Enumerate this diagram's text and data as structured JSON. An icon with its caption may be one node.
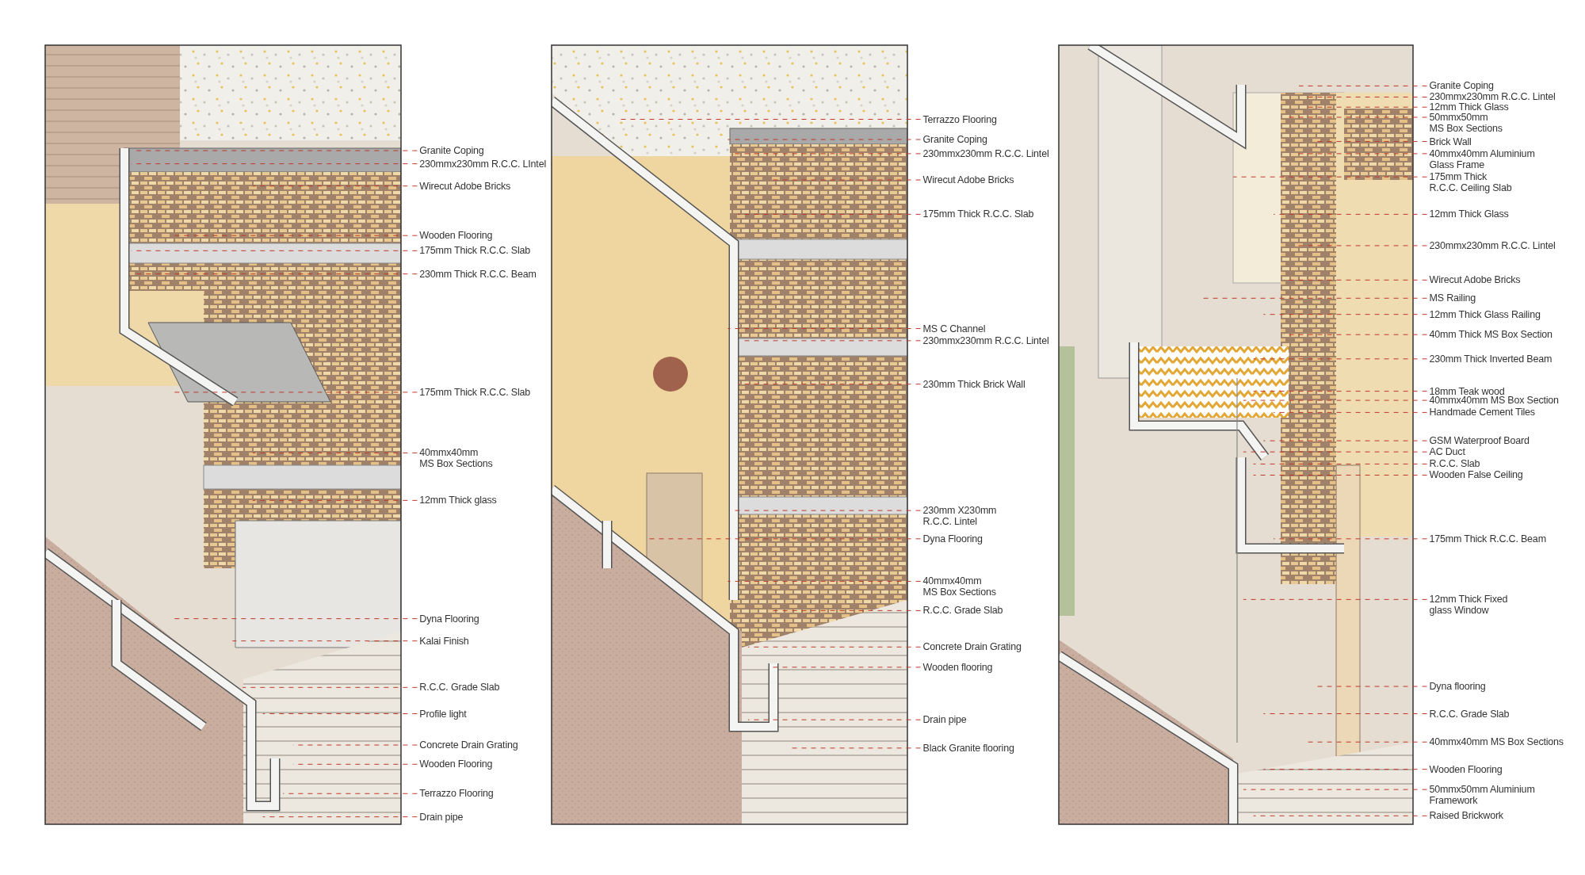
{
  "diagram": {
    "nodes": [
      {
        "text": [
          "Granite Coping"
        ]
      },
      {
        "text": [
          "230mmx230mm R.C.C. LIntel"
        ]
      },
      {
        "text": [
          "Wirecut Adobe Bricks"
        ]
      },
      {
        "text": [
          "Wooden Flooring"
        ]
      },
      {
        "text": [
          "175mm Thick R.C.C. Slab"
        ]
      },
      {
        "text": [
          "230mm Thick R.C.C. Beam"
        ]
      },
      {
        "text": [
          "175mm Thick R.C.C. Slab"
        ]
      },
      {
        "text": [
          "40mmx40mm MS Box Sections"
        ]
      },
      {
        "text": [
          "12mm Thick glass"
        ]
      },
      {
        "text": [
          "Dyna Flooring"
        ]
      },
      {
        "text": [
          "Kalai Finish"
        ]
      },
      {
        "text": [
          "R.C.C. Grade Slab"
        ]
      },
      {
        "text": [
          "Profile light"
        ]
      },
      {
        "text": [
          "Concrete Drain Grating"
        ]
      },
      {
        "text": [
          "Wooden Flooring"
        ]
      },
      {
        "text": [
          "Terrazzo Flooring"
        ]
      },
      {
        "text": [
          "Drain pipe"
        ]
      },
      {
        "text": [
          "Terrazzo Flooring"
        ]
      },
      {
        "text": [
          "Granite Coping"
        ]
      },
      {
        "text": [
          "230mmx230mm R.C.C. Lintel"
        ]
      },
      {
        "text": [
          "Wirecut Adobe Bricks"
        ]
      },
      {
        "text": [
          "175mm Thick R.C.C. Slab"
        ]
      },
      {
        "text": [
          "MS C Channel"
        ]
      },
      {
        "text": [
          "230mmx230mm R.C.C. Lintel"
        ]
      },
      {
        "text": [
          "230mm Thick Brick Wall"
        ]
      },
      {
        "text": [
          "230mm X230mm R.C.C. Lintel"
        ]
      },
      {
        "text": [
          "Dyna Flooring"
        ]
      },
      {
        "text": [
          "40mmx40mm MS Box Sections"
        ]
      },
      {
        "text": [
          "R.C.C. Grade Slab"
        ]
      },
      {
        "text": [
          "Concrete Drain Grating"
        ]
      },
      {
        "text": [
          "Wooden flooring"
        ]
      },
      {
        "text": [
          "Drain pipe"
        ]
      },
      {
        "text": [
          "Black Granite flooring"
        ]
      },
      {
        "text": [
          "Granite Coping"
        ]
      },
      {
        "text": [
          "230mmx230mm R.C.C. Lintel"
        ]
      },
      {
        "text": [
          "12mm Thick Glass"
        ]
      },
      {
        "text": [
          "50mmx50mm MS Box Sections"
        ]
      },
      {
        "text": [
          "Brick Wall"
        ]
      },
      {
        "text": [
          "40mmx40mm Aluminium Glass Frame"
        ]
      },
      {
        "text": [
          "175mm Thick R.C.C. Ceiling Slab"
        ]
      },
      {
        "text": [
          "12mm Thick Glass"
        ]
      },
      {
        "text": [
          "230mmx230mm R.C.C. Lintel"
        ]
      },
      {
        "text": [
          "Wirecut Adobe Bricks"
        ]
      },
      {
        "text": [
          "MS Railing"
        ]
      },
      {
        "text": [
          "12mm Thick Glass Railing"
        ]
      },
      {
        "text": [
          "40mm Thick MS Box Section"
        ]
      },
      {
        "text": [
          "230mm Thick Inverted Beam"
        ]
      },
      {
        "text": [
          "18mm Teak wood"
        ]
      },
      {
        "text": [
          "40mmx40mm MS Box Section"
        ]
      },
      {
        "text": [
          "Handmade Cement Tiles"
        ]
      },
      {
        "text": [
          "GSM Waterproof Board"
        ]
      },
      {
        "text": [
          "AC Duct"
        ]
      },
      {
        "text": [
          "R.C.C. Slab"
        ]
      },
      {
        "text": [
          "Wooden False Ceiling"
        ]
      },
      {
        "text": [
          "175mm Thick R.C.C. Beam"
        ]
      },
      {
        "text": [
          "12mm Thick Fixed glass Window"
        ]
      },
      {
        "text": [
          "Dyna flooring"
        ]
      },
      {
        "text": [
          "R.C.C. Grade Slab"
        ]
      },
      {
        "text": [
          "40mmx40mm MS Box Sections"
        ]
      },
      {
        "text": [
          "Wooden Flooring"
        ]
      },
      {
        "text": [
          "50mmx50mm Aluminium Framework"
        ]
      },
      {
        "text": [
          "Raised Brickwork"
        ]
      }
    ],
    "edges": [
      {
        "from": 0,
        "to": null,
        "arrow": "none"
      },
      {
        "from": 1,
        "to": null,
        "arrow": "none"
      },
      {
        "from": 2,
        "to": null,
        "arrow": "none"
      },
      {
        "from": 3,
        "to": null,
        "arrow": "none"
      },
      {
        "from": 4,
        "to": null,
        "arrow": "none"
      },
      {
        "from": 5,
        "to": null,
        "arrow": "none"
      },
      {
        "from": 6,
        "to": null,
        "arrow": "none"
      },
      {
        "from": 7,
        "to": null,
        "arrow": "none"
      },
      {
        "from": 8,
        "to": null,
        "arrow": "none"
      },
      {
        "from": 9,
        "to": null,
        "arrow": "none"
      },
      {
        "from": 10,
        "to": null,
        "arrow": "none"
      },
      {
        "from": 11,
        "to": null,
        "arrow": "none"
      },
      {
        "from": 12,
        "to": null,
        "arrow": "none"
      },
      {
        "from": 13,
        "to": null,
        "arrow": "none"
      },
      {
        "from": 14,
        "to": null,
        "arrow": "none"
      },
      {
        "from": 15,
        "to": null,
        "arrow": "none"
      },
      {
        "from": 16,
        "to": null,
        "arrow": "none"
      },
      {
        "from": 17,
        "to": null,
        "arrow": "none"
      },
      {
        "from": 18,
        "to": null,
        "arrow": "none"
      },
      {
        "from": 19,
        "to": null,
        "arrow": "none"
      },
      {
        "from": 20,
        "to": null,
        "arrow": "none"
      },
      {
        "from": 21,
        "to": null,
        "arrow": "none"
      },
      {
        "from": 22,
        "to": null,
        "arrow": "none"
      },
      {
        "from": 23,
        "to": null,
        "arrow": "none"
      },
      {
        "from": 24,
        "to": null,
        "arrow": "none"
      },
      {
        "from": 25,
        "to": null,
        "arrow": "none"
      },
      {
        "from": 26,
        "to": null,
        "arrow": "none"
      },
      {
        "from": 27,
        "to": null,
        "arrow": "none"
      },
      {
        "from": 28,
        "to": null,
        "arrow": "none"
      },
      {
        "from": 29,
        "to": null,
        "arrow": "none"
      },
      {
        "from": 30,
        "to": null,
        "arrow": "none"
      },
      {
        "from": 31,
        "to": null,
        "arrow": "none"
      },
      {
        "from": 32,
        "to": null,
        "arrow": "none"
      },
      {
        "from": 33,
        "to": null,
        "arrow": "none"
      },
      {
        "from": 34,
        "to": null,
        "arrow": "none"
      },
      {
        "from": 35,
        "to": null,
        "arrow": "none"
      },
      {
        "from": 36,
        "to": null,
        "arrow": "none"
      },
      {
        "from": 37,
        "to": null,
        "arrow": "none"
      },
      {
        "from": 38,
        "to": null,
        "arrow": "none"
      },
      {
        "from": 39,
        "to": null,
        "arrow": "none"
      },
      {
        "from": 40,
        "to": null,
        "arrow": "none"
      },
      {
        "from": 41,
        "to": null,
        "arrow": "none"
      },
      {
        "from": 42,
        "to": null,
        "arrow": "none"
      },
      {
        "from": 43,
        "to": null,
        "arrow": "none"
      },
      {
        "from": 44,
        "to": null,
        "arrow": "none"
      },
      {
        "from": 45,
        "to": null,
        "arrow": "none"
      },
      {
        "from": 46,
        "to": null,
        "arrow": "none"
      },
      {
        "from": 47,
        "to": null,
        "arrow": "none"
      },
      {
        "from": 48,
        "to": null,
        "arrow": "none"
      },
      {
        "from": 49,
        "to": null,
        "arrow": "none"
      },
      {
        "from": 50,
        "to": null,
        "arrow": "none"
      },
      {
        "from": 51,
        "to": null,
        "arrow": "none"
      },
      {
        "from": 52,
        "to": null,
        "arrow": "none"
      },
      {
        "from": 53,
        "to": null,
        "arrow": "none"
      },
      {
        "from": 54,
        "to": null,
        "arrow": "none"
      },
      {
        "from": 55,
        "to": null,
        "arrow": "none"
      },
      {
        "from": 56,
        "to": null,
        "arrow": "none"
      },
      {
        "from": 57,
        "to": null,
        "arrow": "none"
      },
      {
        "from": 58,
        "to": null,
        "arrow": "none"
      },
      {
        "from": 59,
        "to": null,
        "arrow": "none"
      },
      {
        "from": 60,
        "to": null,
        "arrow": "none"
      },
      {
        "from": 61,
        "to": null,
        "arrow": "none"
      }
    ]
  }
}
